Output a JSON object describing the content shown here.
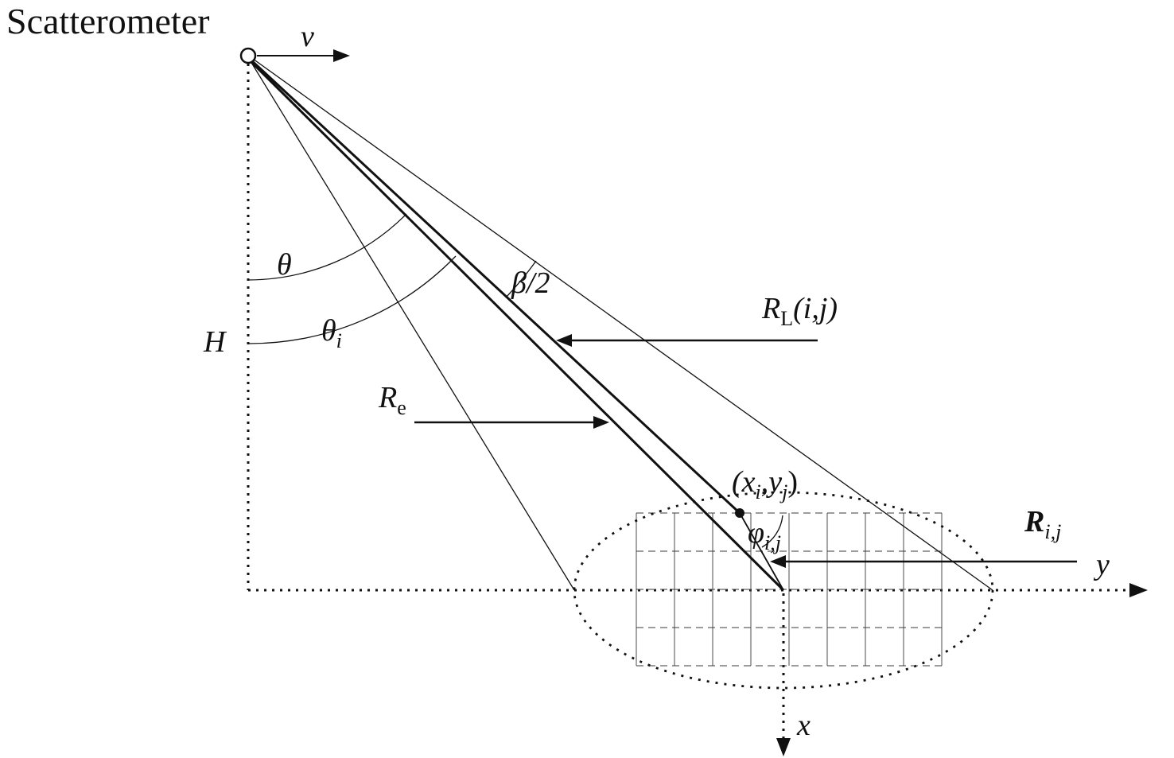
{
  "figure": {
    "ink_color": "#111111",
    "background_color": "#ffffff",
    "labels": {
      "scatterometer": "Scatterometer",
      "velocity": "v",
      "theta": "θ",
      "height": "H",
      "theta_i": {
        "base": "θ",
        "sub": "i"
      },
      "beta_half": "β/2",
      "r_l": {
        "base": "R",
        "sub": "L",
        "args": "(i,j)"
      },
      "r_e": {
        "base": "R",
        "sub": "e"
      },
      "grid_point": {
        "open": "(x",
        "sub_i": "i",
        "mid": ",y",
        "sub_j": "j",
        "close": ")"
      },
      "phi": {
        "base": "φ",
        "sub": "i,j"
      },
      "r_ij": {
        "base": "R",
        "sub": "i,j"
      },
      "axis_x": "x",
      "axis_y": "y"
    }
  }
}
